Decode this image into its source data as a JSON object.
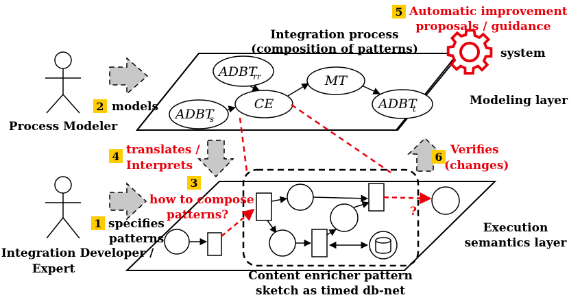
{
  "layers": {
    "modeling": "Modeling layer",
    "execution_line1": "Execution",
    "execution_line2": "semantics layer"
  },
  "process": {
    "title_line1": "Integration process",
    "title_line2": "(composition of patterns)",
    "nodes": {
      "adbt_rr": "ADBT",
      "adbt_rr_sub": "rr",
      "mt": "MT",
      "ce": "CE",
      "adbt_s": "ADBT",
      "adbt_s_sub": "s",
      "adbt_t": "ADBT",
      "adbt_t_sub": "t"
    }
  },
  "system": {
    "label": "system",
    "badge": "5",
    "line1": "Automatic improvement",
    "line2": "proposals / guidance"
  },
  "actors": {
    "modeler": "Process Modeler",
    "developer_line1": "Integration Developer /",
    "developer_line2": "Expert"
  },
  "steps": {
    "s1_badge": "1",
    "s1_line1": "specifies",
    "s1_line2": "patterns",
    "s2_badge": "2",
    "s2_text": "models",
    "s3_badge": "3",
    "s3_line1": "how to compose",
    "s3_line2": "patterns?",
    "s4_badge": "4",
    "s4_line1": "translates /",
    "s4_line2": "Interprets",
    "s6_badge": "6",
    "s6_line1": "Verifies",
    "s6_line2": "(changes)"
  },
  "question_mark": "?",
  "sketch": {
    "line1": "Content enricher pattern",
    "line2": "sketch as timed db-net"
  },
  "colors": {
    "accent_red": "#e8000b",
    "badge_yellow": "#ffcc00",
    "arrow_gray": "#c8c8c8"
  }
}
